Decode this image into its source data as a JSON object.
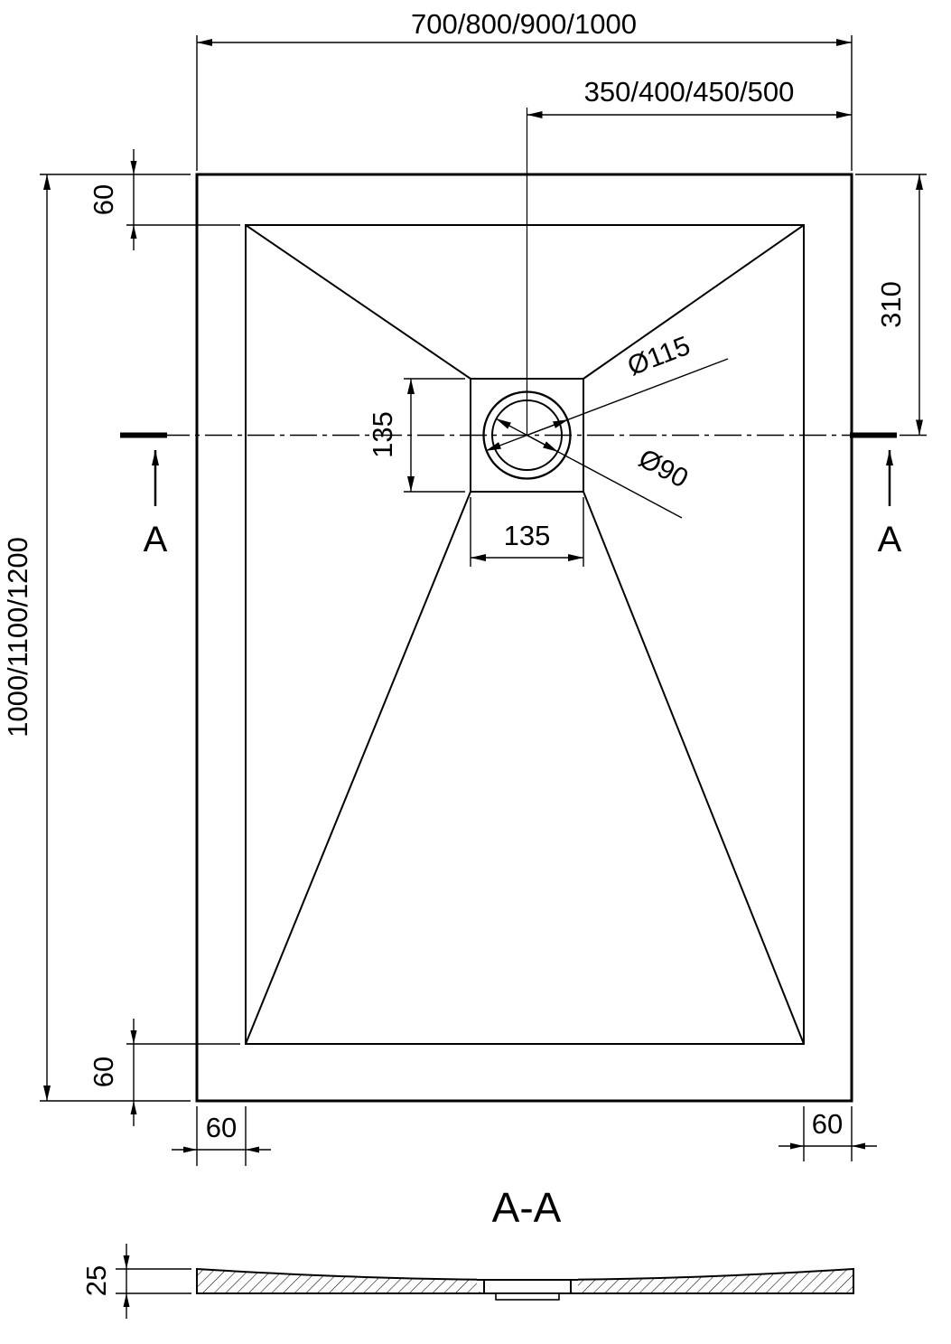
{
  "labels": {
    "overall_width": "700/800/900/1000",
    "half_width": "350/400/450/500",
    "overall_length": "1000/1100/1200",
    "margin_top": "60",
    "margin_bottom": "60",
    "margin_left": "60",
    "margin_right": "60",
    "drain_from_top": "310",
    "drain_square_height": "135",
    "drain_square_width": "135",
    "drain_outer_dia": "Ø115",
    "drain_inner_dia": "Ø90",
    "section_marker": "A",
    "section_title": "A-A",
    "thickness": "25"
  },
  "colors": {
    "line": "#000000",
    "background": "#ffffff"
  }
}
